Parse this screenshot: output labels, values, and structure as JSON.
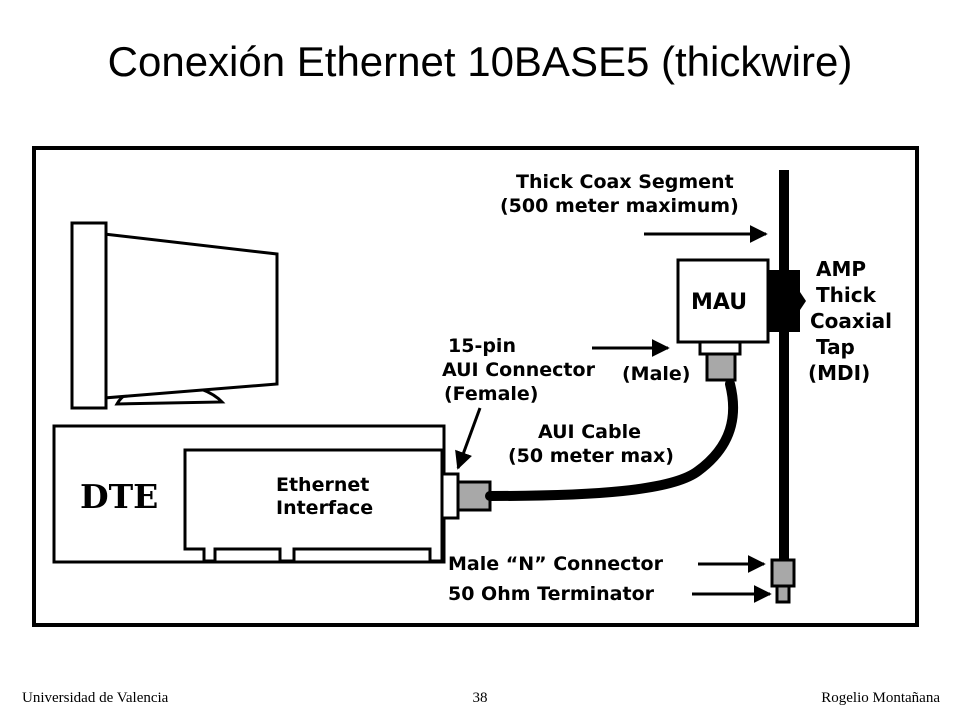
{
  "slide": {
    "title": "Conexión Ethernet 10BASE5 (thickwire)",
    "footer_left": "Universidad de Valencia",
    "page_number": "38",
    "footer_right": "Rogelio Montañana"
  },
  "diagram": {
    "labels": {
      "coax_segment_1": "Thick Coax Segment",
      "coax_segment_2": "(500 meter maximum)",
      "mau": "MAU",
      "amp_tap_1": "AMP",
      "amp_tap_2": "Thick",
      "amp_tap_3": "Coaxial",
      "amp_tap_4": "Tap",
      "amp_tap_5": "(MDI)",
      "aui_connector_1": "15-pin",
      "aui_connector_2": "AUI Connector",
      "aui_connector_3": "(Female)",
      "male": "(Male)",
      "aui_cable_1": "AUI Cable",
      "aui_cable_2": "(50 meter max)",
      "dte": "DTE",
      "ethernet_interface_1": "Ethernet",
      "ethernet_interface_2": "Interface",
      "n_connector": "Male “N” Connector",
      "terminator": "50 Ohm Terminator"
    },
    "colors": {
      "ink": "#000000",
      "connector_gray": "#a8a8a8",
      "paper": "#ffffff"
    }
  }
}
